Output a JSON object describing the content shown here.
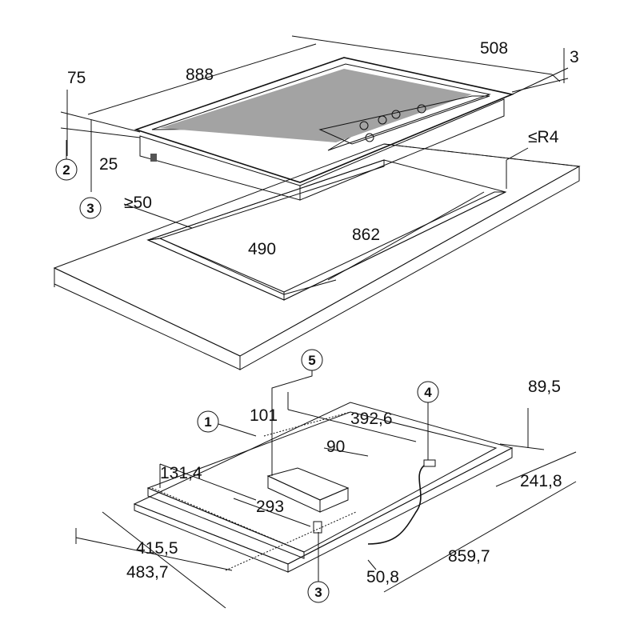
{
  "dimensions": {
    "hob_depth": "508",
    "hob_lip": "3",
    "hob_width": "888",
    "height_75": "75",
    "height_25": "25",
    "min_distance": "≥50",
    "corner_radius": "≤R4",
    "cutout_depth": "490",
    "cutout_width": "862",
    "bottom_89_5": "89,5",
    "bottom_392_6": "392,6",
    "bottom_101": "101",
    "bottom_90": "90",
    "bottom_131_4": "131,4",
    "bottom_293": "293",
    "bottom_241_8": "241,8",
    "bottom_415_5": "415,5",
    "bottom_483_7": "483,7",
    "bottom_859_7": "859,7",
    "bottom_50_8": "50,8"
  },
  "callouts": {
    "c1": "1",
    "c2": "2",
    "c3_top": "3",
    "c3_bottom": "3",
    "c4": "4",
    "c5": "5"
  }
}
